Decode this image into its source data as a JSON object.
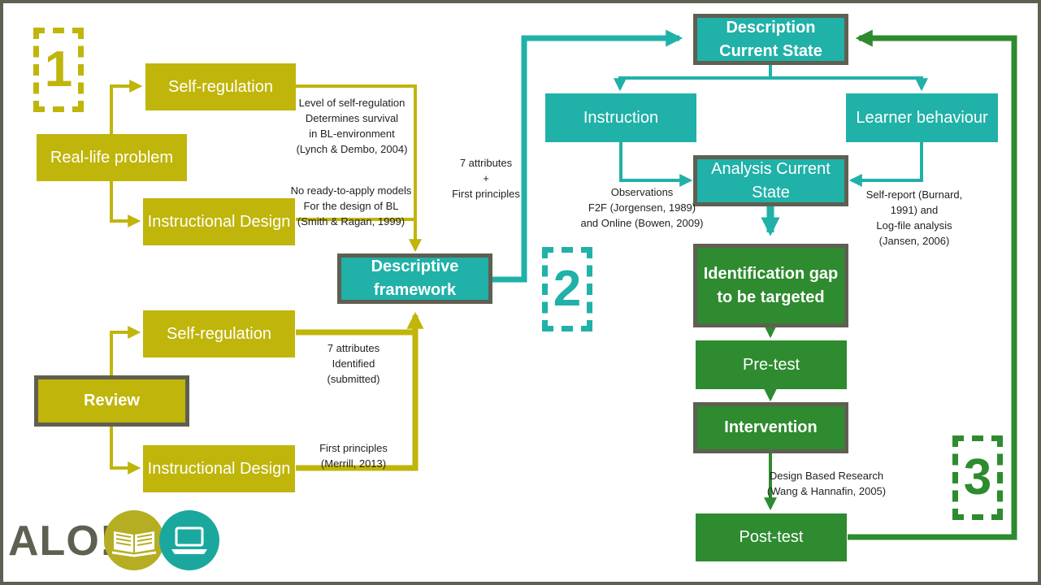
{
  "markers": {
    "one": "1",
    "two": "2",
    "three": "3"
  },
  "boxes": {
    "real_life_problem": "Real-life problem",
    "self_regulation_top": "Self-regulation",
    "instructional_design_top": "Instructional Design",
    "descriptive_framework": "Descriptive framework",
    "self_regulation_bottom": "Self-regulation",
    "review": "Review",
    "instructional_design_bottom": "Instructional Design",
    "description_current_state": "Description Current State",
    "instruction": "Instruction",
    "learner_behaviour": "Learner behaviour",
    "analysis_current_state": "Analysis Current State",
    "identification_gap": "Identification gap to be targeted",
    "pre_test": "Pre-test",
    "intervention": "Intervention",
    "post_test": "Post-test"
  },
  "annotations": {
    "self_regulation_note": [
      "Level of self-regulation",
      "Determines survival",
      "in BL-environment",
      "(Lynch & Dembo, 2004)"
    ],
    "design_models_note": [
      "No ready-to-apply models",
      "For the design of BL",
      "(Smith & Ragan, 1999)"
    ],
    "attributes_principles_note": [
      "7 attributes",
      "+",
      "First principles"
    ],
    "attributes_identified_note": [
      "7 attributes",
      "Identified",
      "(submitted)"
    ],
    "first_principles_note": [
      "First principles",
      "(Merrill, 2013)"
    ],
    "observations_note": [
      "Observations",
      "F2F (Jorgensen, 1989)",
      "and Online (Bowen, 2009)"
    ],
    "self_report_note": [
      "Self-report (Burnard,",
      "1991) and",
      "Log-file analysis",
      "(Jansen, 2006)"
    ],
    "dbr_note": [
      "Design Based Research",
      "(Wang & Hannafin, 2005)"
    ]
  },
  "logo": {
    "text": "ALO!",
    "icons": [
      "open-book-icon",
      "laptop-icon"
    ]
  },
  "colors": {
    "olive": "#c0b50a",
    "teal": "#20b1a8",
    "green": "#2e8b2f",
    "frame": "#5f5f52",
    "logo_book_circle": "#b5ae23",
    "logo_laptop_circle": "#1aa89e"
  }
}
